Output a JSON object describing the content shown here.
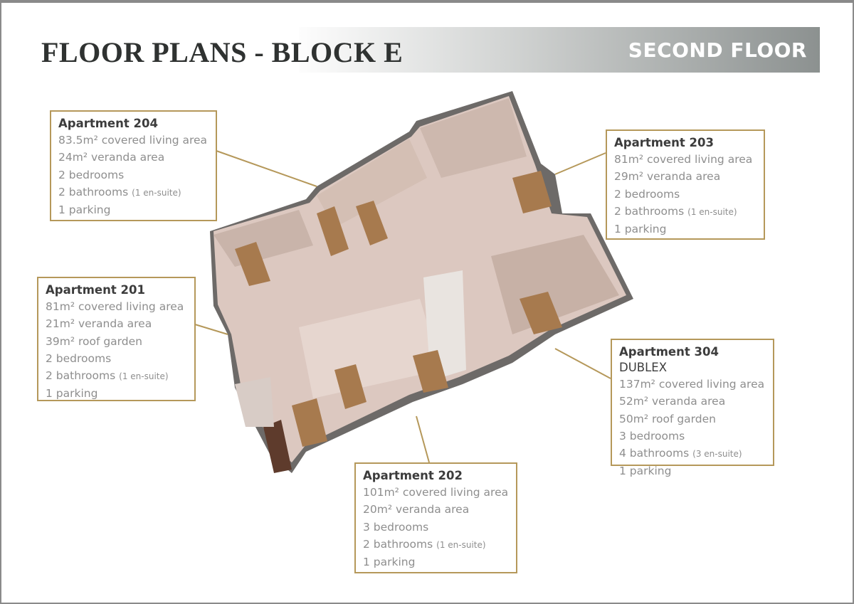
{
  "header": {
    "title": "FLOOR PLANS - BLOCK E",
    "floor": "SECOND FLOOR"
  },
  "apartments": {
    "a204": {
      "name": "Apartment 204",
      "lines": [
        "83.5m² covered living area",
        "24m² veranda area",
        "2 bedrooms"
      ],
      "bath": "2 bathrooms",
      "bath_note": "(1 en-suite)",
      "parking": "1 parking"
    },
    "a203": {
      "name": "Apartment 203",
      "lines": [
        "81m² covered living area",
        "29m² veranda area",
        "2 bedrooms"
      ],
      "bath": "2 bathrooms",
      "bath_note": "(1 en-suite)",
      "parking": "1 parking"
    },
    "a201": {
      "name": "Apartment 201",
      "lines": [
        "81m² covered living area",
        "21m² veranda area",
        "39m² roof garden",
        "2 bedrooms"
      ],
      "bath": "2 bathrooms",
      "bath_note": "(1 en-suite)",
      "parking": "1 parking"
    },
    "a304": {
      "name": "Apartment 304",
      "suffix": "DUBLEX",
      "lines": [
        "137m² covered living area",
        "52m² veranda area",
        "50m² roof garden",
        "3 bedrooms"
      ],
      "bath": "4 bathrooms",
      "bath_note": "(3 en-suite)",
      "parking": "1 parking"
    },
    "a202": {
      "name": "Apartment 202",
      "lines": [
        "101m² covered living area",
        "20m² veranda area",
        "3 bedrooms"
      ],
      "bath": "2 bathrooms",
      "bath_note": "(1 en-suite)",
      "parking": "1 parking"
    }
  },
  "colors": {
    "accent": "#b5985a",
    "text": "#8e8e8e",
    "heading": "#3c3c3c"
  }
}
